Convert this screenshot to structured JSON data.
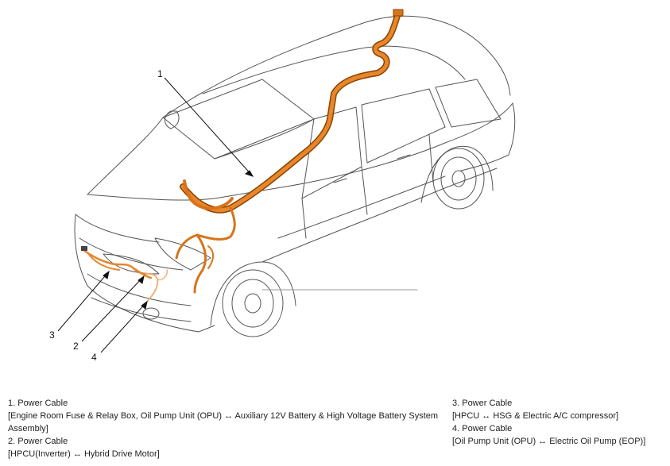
{
  "callouts": {
    "c1": "1",
    "c2": "2",
    "c3": "3",
    "c4": "4"
  },
  "legend": {
    "item1": {
      "title": "1. Power Cable",
      "detail": "[Engine Room Fuse & Relay Box, Oil Pump Unit (OPU) ↔ Auxiliary 12V Battery & High Voltage Battery System Assembly]"
    },
    "item2": {
      "title": "2. Power Cable",
      "detail": "[HPCU(Inverter) ↔ Hybrid Drive Motor]"
    },
    "item3": {
      "title": "3. Power Cable",
      "detail": "[HPCU ↔ HSG & Electric A/C compressor]"
    },
    "item4": {
      "title": "4. Power Cable",
      "detail": "[Oil Pump Unit (OPU) ↔ Electric Oil Pump (EOP)]"
    }
  },
  "colors": {
    "cable": "#d9731a",
    "cable_dark": "#8a4300",
    "outline": "#555555"
  }
}
